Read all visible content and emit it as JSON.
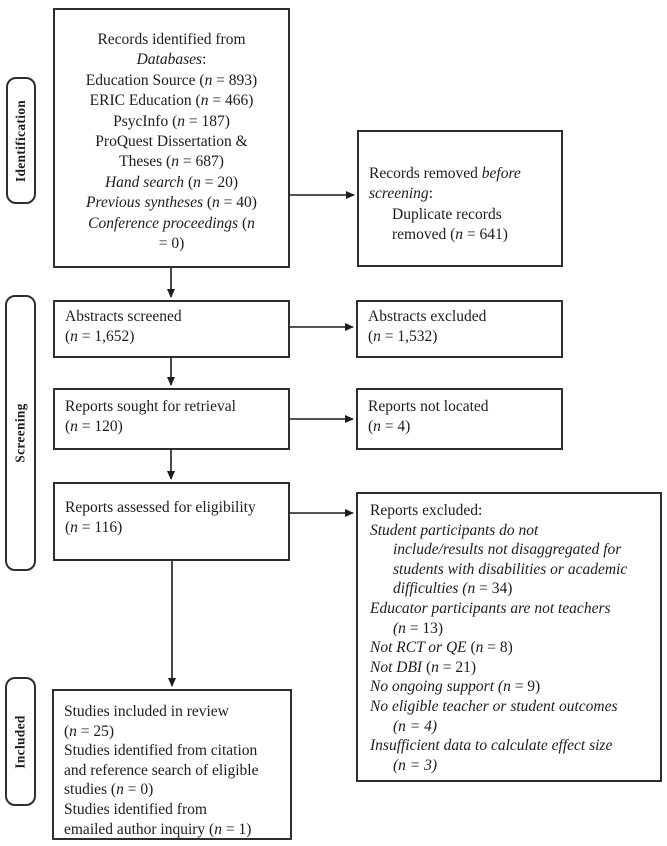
{
  "figure": {
    "type": "prisma-flow-diagram",
    "background_color": "#ffffff",
    "border_color": "#2e2e2e",
    "text_color": "#1c1c1c"
  },
  "sidebar": {
    "identification": "Identification",
    "screening": "Screening",
    "included": "Included"
  },
  "boxes": {
    "records_identified": {
      "lines": [
        {
          "runs": [
            {
              "t": "Records identified from"
            }
          ]
        },
        {
          "runs": [
            {
              "t": "Databases",
              "i": 1
            },
            {
              "t": ":"
            }
          ]
        },
        {
          "runs": [
            {
              "t": "Education Source ("
            },
            {
              "t": "n",
              "i": 1
            },
            {
              "t": " = 893)"
            }
          ]
        },
        {
          "runs": [
            {
              "t": "ERIC Education ("
            },
            {
              "t": "n",
              "i": 1
            },
            {
              "t": " = 466)"
            }
          ]
        },
        {
          "runs": [
            {
              "t": "PsycInfo ("
            },
            {
              "t": "n",
              "i": 1
            },
            {
              "t": " = 187)"
            }
          ]
        },
        {
          "runs": [
            {
              "t": "ProQuest Dissertation &"
            }
          ]
        },
        {
          "runs": [
            {
              "t": "Theses ("
            },
            {
              "t": "n",
              "i": 1
            },
            {
              "t": " = 687)"
            }
          ]
        },
        {
          "runs": [
            {
              "t": "Hand search",
              "i": 1
            },
            {
              "t": " ("
            },
            {
              "t": "n",
              "i": 1
            },
            {
              "t": " = 20)"
            }
          ]
        },
        {
          "runs": [
            {
              "t": "Previous syntheses",
              "i": 1
            },
            {
              "t": " ("
            },
            {
              "t": "n",
              "i": 1
            },
            {
              "t": " = 40)"
            }
          ]
        },
        {
          "runs": [
            {
              "t": "Conference proceedings",
              "i": 1
            },
            {
              "t": " ("
            },
            {
              "t": "n",
              "i": 1
            }
          ]
        },
        {
          "runs": [
            {
              "t": "= 0)"
            }
          ]
        }
      ]
    },
    "records_removed": {
      "lines": [
        {
          "runs": [
            {
              "t": "Records removed "
            },
            {
              "t": "before",
              "i": 1
            }
          ]
        },
        {
          "runs": [
            {
              "t": "screening",
              "i": 1
            },
            {
              "t": ":"
            }
          ]
        },
        {
          "ind": 1,
          "runs": [
            {
              "t": "Duplicate records"
            }
          ]
        },
        {
          "ind": 1,
          "runs": [
            {
              "t": "removed ("
            },
            {
              "t": "n",
              "i": 1
            },
            {
              "t": " = 641)"
            }
          ]
        }
      ]
    },
    "abstracts_screened": {
      "lines": [
        {
          "runs": [
            {
              "t": "Abstracts screened"
            }
          ]
        },
        {
          "runs": [
            {
              "t": "("
            },
            {
              "t": "n",
              "i": 1
            },
            {
              "t": " = 1,652)"
            }
          ]
        }
      ]
    },
    "abstracts_excluded": {
      "lines": [
        {
          "runs": [
            {
              "t": "Abstracts excluded"
            }
          ]
        },
        {
          "runs": [
            {
              "t": "("
            },
            {
              "t": "n",
              "i": 1
            },
            {
              "t": " = 1,532)"
            }
          ]
        }
      ]
    },
    "reports_sought": {
      "lines": [
        {
          "runs": [
            {
              "t": "Reports sought for retrieval"
            }
          ]
        },
        {
          "runs": [
            {
              "t": "("
            },
            {
              "t": "n",
              "i": 1
            },
            {
              "t": " = 120)"
            }
          ]
        }
      ]
    },
    "reports_not_located": {
      "lines": [
        {
          "runs": [
            {
              "t": "Reports not located"
            }
          ]
        },
        {
          "runs": [
            {
              "t": "("
            },
            {
              "t": "n",
              "i": 1
            },
            {
              "t": " = 4)"
            }
          ]
        }
      ]
    },
    "reports_assessed": {
      "lines": [
        {
          "runs": [
            {
              "t": "Reports assessed for eligibility"
            }
          ]
        },
        {
          "runs": [
            {
              "t": "("
            },
            {
              "t": "n",
              "i": 1
            },
            {
              "t": " = 116)"
            }
          ]
        }
      ]
    },
    "reports_excluded": {
      "lines": [
        {
          "runs": [
            {
              "t": "Reports excluded:"
            }
          ]
        },
        {
          "runs": [
            {
              "t": "Student participants do not",
              "i": 1
            }
          ]
        },
        {
          "ind": 1,
          "runs": [
            {
              "t": "include/results not disaggregated for",
              "i": 1
            }
          ]
        },
        {
          "ind": 1,
          "runs": [
            {
              "t": "students with disabilities or academic",
              "i": 1
            }
          ]
        },
        {
          "ind": 1,
          "runs": [
            {
              "t": "difficulties (",
              "i": 1
            },
            {
              "t": "n",
              "i": 1
            },
            {
              "t": " = 34)"
            }
          ]
        },
        {
          "runs": [
            {
              "t": "Educator participants are not teachers",
              "i": 1
            }
          ]
        },
        {
          "ind": 1,
          "runs": [
            {
              "t": "(",
              "i": 1
            },
            {
              "t": "n",
              "i": 1
            },
            {
              "t": " = 13)"
            }
          ]
        },
        {
          "runs": [
            {
              "t": "Not RCT or QE",
              "i": 1
            },
            {
              "t": " ("
            },
            {
              "t": "n",
              "i": 1
            },
            {
              "t": " = 8)"
            }
          ]
        },
        {
          "runs": [
            {
              "t": "Not DBI",
              "i": 1
            },
            {
              "t": " ("
            },
            {
              "t": "n",
              "i": 1
            },
            {
              "t": " = 21)"
            }
          ]
        },
        {
          "runs": [
            {
              "t": "No ongoing support",
              "i": 1
            },
            {
              "t": " (",
              "i": 1
            },
            {
              "t": "n",
              "i": 1
            },
            {
              "t": " = 9)"
            }
          ]
        },
        {
          "runs": [
            {
              "t": "No eligible teacher or student outcomes",
              "i": 1
            }
          ]
        },
        {
          "ind": 1,
          "runs": [
            {
              "t": "(",
              "i": 1
            },
            {
              "t": "n",
              "i": 1
            },
            {
              "t": " = 4)",
              "i": 1
            }
          ]
        },
        {
          "runs": [
            {
              "t": "Insufficient data to calculate effect size",
              "i": 1
            }
          ]
        },
        {
          "ind": 1,
          "runs": [
            {
              "t": "(",
              "i": 1
            },
            {
              "t": "n",
              "i": 1
            },
            {
              "t": " = 3)",
              "i": 1
            }
          ]
        }
      ]
    },
    "studies_included": {
      "lines": [
        {
          "runs": [
            {
              "t": "Studies included in review"
            }
          ]
        },
        {
          "runs": [
            {
              "t": "("
            },
            {
              "t": "n",
              "i": 1
            },
            {
              "t": " = 25)"
            }
          ]
        },
        {
          "runs": [
            {
              "t": "Studies identified from citation"
            }
          ]
        },
        {
          "runs": [
            {
              "t": "and reference search of eligible"
            }
          ]
        },
        {
          "runs": [
            {
              "t": "studies ("
            },
            {
              "t": "n",
              "i": 1
            },
            {
              "t": " = 0)"
            }
          ]
        },
        {
          "runs": [
            {
              "t": "Studies identified from"
            }
          ]
        },
        {
          "runs": [
            {
              "t": "emailed author inquiry ("
            },
            {
              "t": "n",
              "i": 1
            },
            {
              "t": " = 1)"
            }
          ]
        }
      ]
    }
  }
}
